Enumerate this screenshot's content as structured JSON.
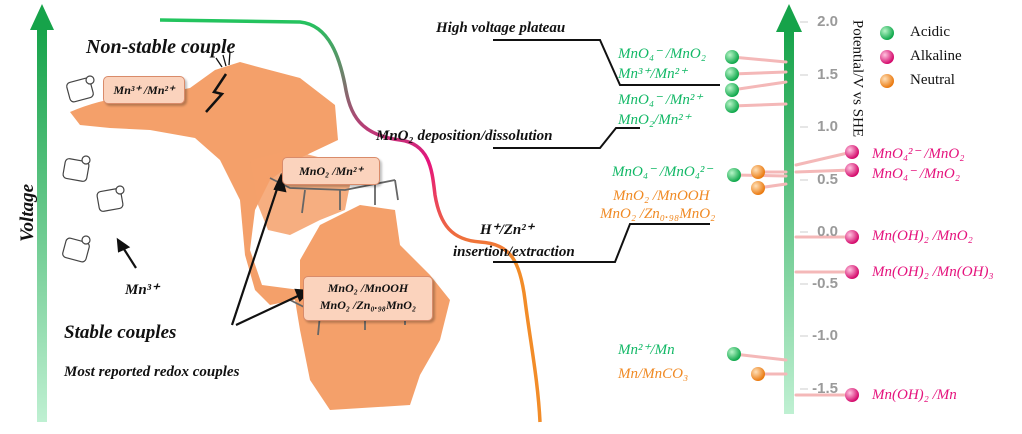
{
  "left": {
    "voltage_label": "Voltage",
    "non_stable_title": "Non-stable couple",
    "box_mn3_mn2": "Mn³⁺ /Mn²⁺",
    "box_mno2_mn2": "MnO₂ /Mn²⁺",
    "box_mno2_mnooh": "MnO₂ /MnOOH",
    "box_mno2_zn": "MnO₂ /Zn₀.₉₈MnO₂",
    "mn3_label": "Mn³⁺",
    "stable_couples": "Stable couples",
    "most_reported": "Most reported redox couples"
  },
  "middle": {
    "high_voltage": "High voltage plateau",
    "deposition": "MnO₂  deposition/dissolution",
    "h_zn": "H⁺/Zn²⁺",
    "insertion": "insertion/extraction"
  },
  "couples": {
    "acidic": [
      "MnO₄⁻ /MnO₂",
      "Mn³⁺/Mn²⁺",
      "MnO₄⁻ /Mn²⁺",
      "MnO₂/Mn²⁺",
      "MnO₄⁻ /MnO₄²⁻",
      "Mn²⁺/Mn"
    ],
    "neutral": [
      "MnO₂ /MnOOH",
      "MnO₂ /Zn₀.₉₈MnO₂",
      "Mn/MnCO₃"
    ],
    "alkaline": [
      "MnO₄²⁻ /MnO₂",
      "MnO₄⁻ /MnO₂",
      "Mn(OH)₂ /MnO₂",
      "Mn(OH)₂ /Mn(OH)₃",
      "Mn(OH)₂ /Mn"
    ]
  },
  "axis": {
    "title": "Potential/V vs SHE",
    "ticks": [
      "2.0",
      "1.5",
      "1.0",
      "0.5",
      "0.0",
      "-0.5",
      "-1.0",
      "-1.5"
    ]
  },
  "legend": [
    "Acidic",
    "Alkaline",
    "Neutral"
  ],
  "colors": {
    "acidic": "#22c55e",
    "alkaline": "#e5137d",
    "neutral": "#f28c28",
    "rock": "#f4a06a",
    "arrow": "#16b35a"
  }
}
